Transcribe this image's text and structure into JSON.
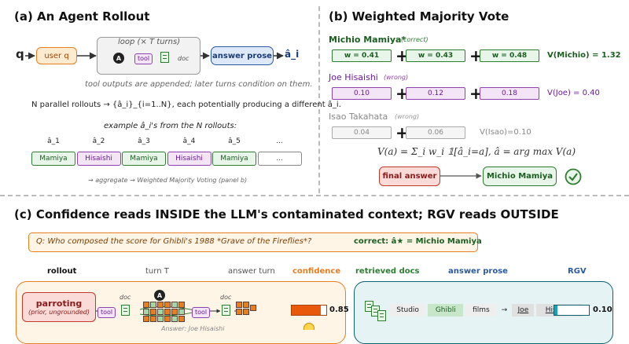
{
  "panel_a": {
    "title": "(a)  An Agent Rollout",
    "q_symbol": "q",
    "user_q": "user q",
    "loop_label": "loop (× T turns)",
    "agent_letter": "A",
    "tool_label": "tool",
    "doc_label": "doc",
    "answer_prose": "answer prose",
    "output_symbol": "â_i",
    "appended_note": "tool outputs are appended; later turns condition on them.",
    "parallel_note": "N parallel rollouts → {â_i}_{i=1..N},  each potentially producing a different â_i.",
    "example_note": "example â_i's from the N rollouts:",
    "rollout_headers": [
      "â_1",
      "â_2",
      "â_3",
      "â_4",
      "â_5",
      "..."
    ],
    "rollout_values": [
      "Mamiya",
      "Hisaishi",
      "Mamiya",
      "Hisaishi",
      "Mamiya",
      "..."
    ],
    "aggregate_note": "→ aggregate → Weighted Majority Voting (panel b)"
  },
  "panel_b": {
    "title": "(b)  Weighted Majority Vote",
    "candidates": [
      {
        "name": "Michio Mamiya*",
        "tag": "(correct)",
        "weights": [
          "w = 0.41",
          "w = 0.43",
          "w = 0.48"
        ],
        "total": "V(Michio) = 1.32"
      },
      {
        "name": "Joe Hisaishi",
        "tag": "(wrong)",
        "weights": [
          "0.10",
          "0.12",
          "0.18"
        ],
        "total": "V(Joe) = 0.40"
      },
      {
        "name": "Isao Takahata",
        "tag": "(wrong)",
        "weights": [
          "0.04",
          "0.06"
        ],
        "total": "V(Isao)=0.10"
      }
    ],
    "formula": "V(a) = Σ_i w_i 𝟙[â_i=a],   â = arg max V(a)",
    "final_answer_label": "final answer",
    "final_answer_value": "Michio Mamiya",
    "check_icon": "check-icon"
  },
  "panel_c": {
    "title": "(c)  Confidence reads INSIDE the LLM's contaminated context;  RGV reads OUTSIDE",
    "question": "Q: Who composed the score for Ghibli's 1988 *Grave of the Fireflies*?",
    "correct_label": "correct: â★ = Michio Mamiya",
    "col_headers": {
      "rollout": "rollout",
      "turn_t": "turn T",
      "answer_turn": "answer turn",
      "confidence": "confidence",
      "retrieved_docs": "retrieved docs",
      "answer_prose": "answer prose",
      "rgv": "RGV"
    },
    "parroting_label": "parroting",
    "parroting_sub": "(prior, ungrounded)",
    "doc_label": "doc",
    "tool_label": "tool",
    "agent_letter": "A",
    "answer_joe": "Answer: Joe Hisaishi",
    "confidence_value": "0.85",
    "confidence_fill": 0.85,
    "prose_tokens": [
      "Studio",
      "Ghibli",
      "films",
      "→",
      "Joe",
      "Hisaishi"
    ],
    "rgv_value": "0.10",
    "rgv_fill": 0.1
  },
  "colors": {
    "green": "#2e7d32",
    "purple": "#8e44ad",
    "orange": "#e67e22",
    "red": "#c0392b",
    "blue": "#2c5aa0",
    "teal": "#0f5f6f"
  }
}
